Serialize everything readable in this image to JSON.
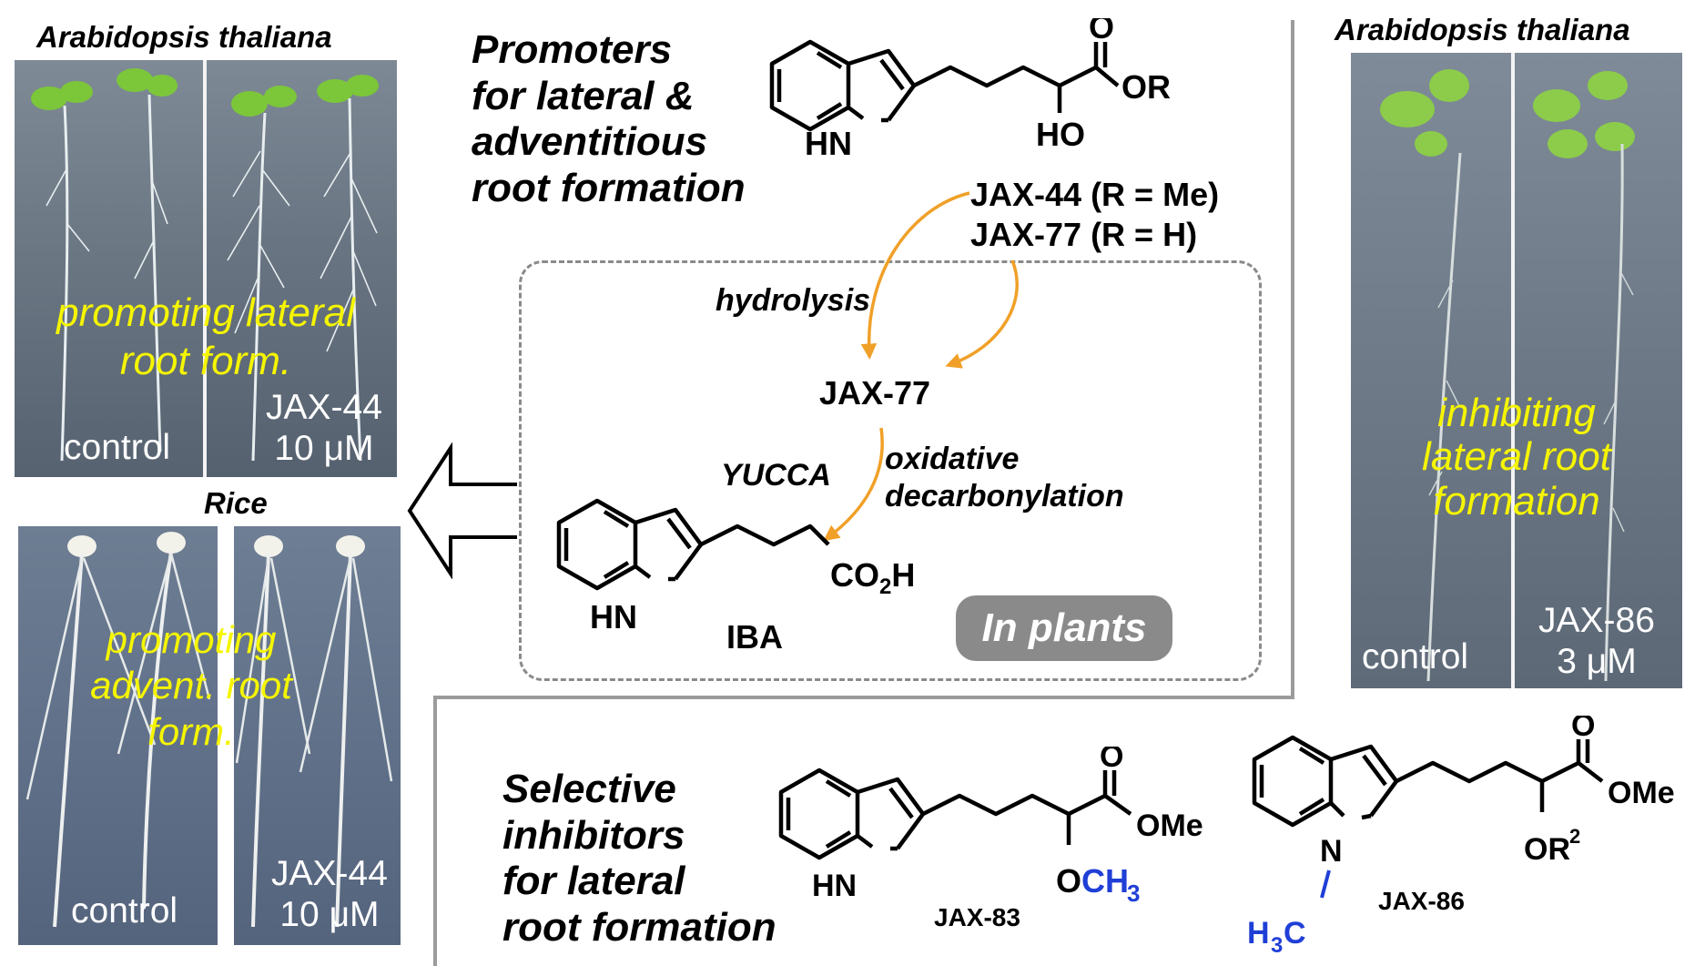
{
  "left_panel": {
    "top_header": "Arabidopsis thaliana",
    "top_overlay_line1": "promoting lateral",
    "top_overlay_line2": "root form.",
    "top_control": "control",
    "top_treat_line1": "JAX-44",
    "top_treat_line2": "10 μM",
    "bottom_header": "Rice",
    "bottom_overlay_line1": "promoting",
    "bottom_overlay_line2": "advent. root",
    "bottom_overlay_line3": "form.",
    "bottom_control": "control",
    "bottom_treat_line1": "JAX-44",
    "bottom_treat_line2": "10 μM"
  },
  "right_panel": {
    "header": "Arabidopsis thaliana",
    "overlay_line1": "inhibiting",
    "overlay_line2": "lateral root",
    "overlay_line3": "formation",
    "control": "control",
    "treat_line1": "JAX-86",
    "treat_line2": "3 μM"
  },
  "promoters": {
    "title_line1": "Promoters",
    "title_line2": "for lateral &",
    "title_line3": "adventitious",
    "title_line4": "root formation",
    "mol_O": "O",
    "mol_OR": "OR",
    "mol_HO": "HO",
    "mol_HN": "HN",
    "jax44": "JAX-44 (R = Me)",
    "jax77": "JAX-77 (R = H)"
  },
  "pathway": {
    "hydrolysis": "hydrolysis",
    "intermediate": "JAX-77",
    "enzyme": "YUCCA",
    "reaction_line1": "oxidative",
    "reaction_line2": "decarbonylation",
    "product": "IBA",
    "product_acid": "CO",
    "product_acid_sub": "2",
    "product_acid_end": "H",
    "product_HN": "HN",
    "badge": "In plants"
  },
  "inhibitors": {
    "title_line1": "Selective",
    "title_line2": "inhibitors",
    "title_line3": "for lateral",
    "title_line4": "root formation",
    "jax83": {
      "name": "JAX-83",
      "HN": "HN",
      "O": "O",
      "OMe": "OMe",
      "O_ether": "O",
      "CH": "CH",
      "sub3": "3"
    },
    "jax86": {
      "name": "JAX-86",
      "N": "N",
      "H": "H",
      "sub3": "3",
      "C": "C",
      "O": "O",
      "OMe": "OMe",
      "OR": "OR",
      "sup2": "2"
    }
  },
  "colors": {
    "arrow": "#f0a028",
    "methyl_blue": "#1f3fd6",
    "overlay_text": "#f5f500",
    "badge_bg": "#8a8a8a",
    "divider": "#9b9b9b"
  }
}
